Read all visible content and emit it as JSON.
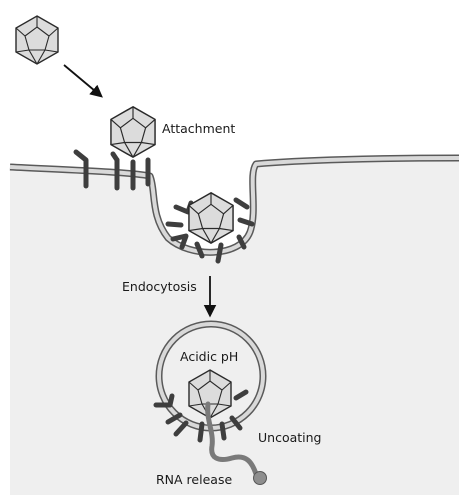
{
  "labels": {
    "attachment": "Attachment",
    "endocytosis": "Endocytosis",
    "acidic_ph": "Acidic pH",
    "uncoating": "Uncoating",
    "rna_release": "RNA release"
  },
  "colors": {
    "cytoplasm": "#efefef",
    "membrane_outline": "#5a5a5a",
    "membrane_fill": "#d9d9d9",
    "receptor": "#3e3e3e",
    "capsid_fill": "#dcdcdc",
    "capsid_stroke": "#2a2a2a",
    "rna": "#7a7a7a",
    "arrow": "#111111"
  },
  "icons": {
    "virion": "icosahedral-virus-icon",
    "receptor": "y-shaped-receptor-icon",
    "rna": "rna-strand-icon"
  }
}
